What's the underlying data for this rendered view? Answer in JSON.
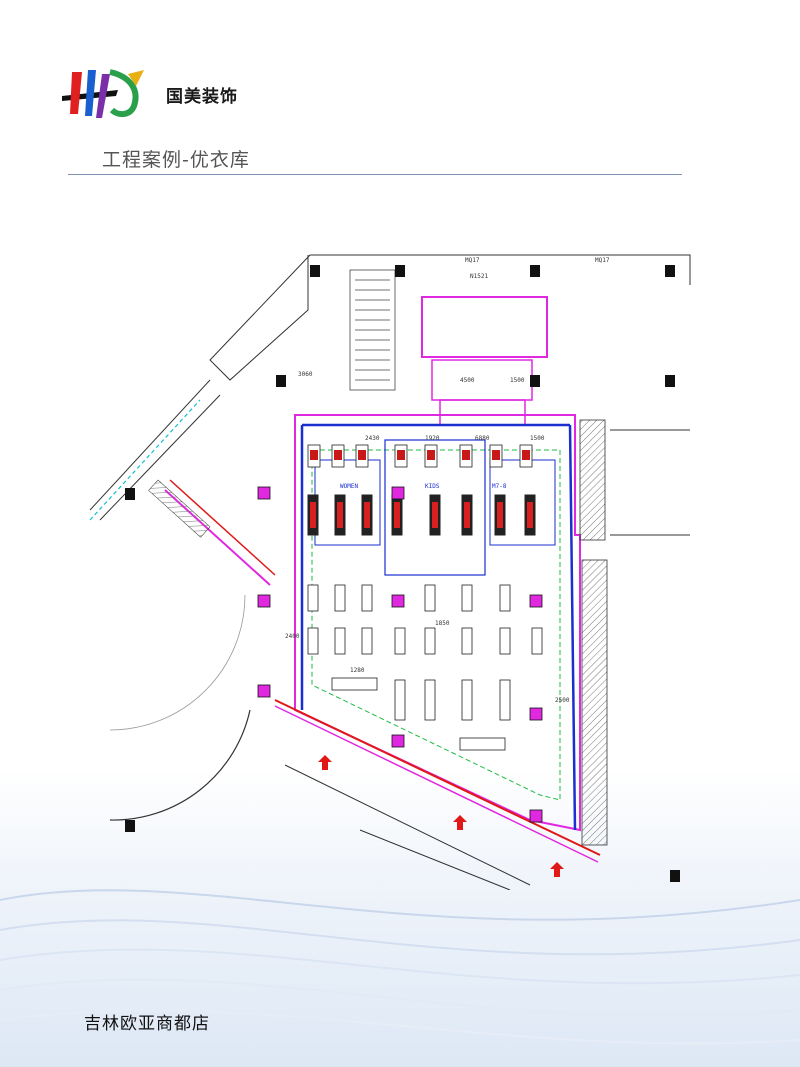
{
  "header": {
    "company_name": "国美装饰",
    "section_title": "工程案例-优衣库"
  },
  "floor_plan": {
    "labels": {
      "column_tag_1": "MQ17",
      "column_tag_2": "MQ17",
      "grid_tag": "N1521",
      "dim_a": "4500",
      "dim_b": "1500",
      "dim_c": "3060",
      "dim_d": "2430",
      "dim_e": "1920",
      "dim_f": "6880",
      "dim_g": "1500",
      "dim_h": "1850",
      "dim_i": "1280",
      "dim_j": "2400",
      "dim_k": "2500",
      "zone_women": "WOMEN",
      "zone_kids": "KIDS",
      "zone_men": "M7-8"
    }
  },
  "footer": {
    "store_name": "吉林欧亚商都店"
  },
  "colors": {
    "accent_rule": "#7f93b5",
    "wall_magenta": "#e028e0",
    "fixture_blue": "#1a2fd0",
    "guide_green": "#22bb44",
    "arrow_red": "#e01818"
  }
}
